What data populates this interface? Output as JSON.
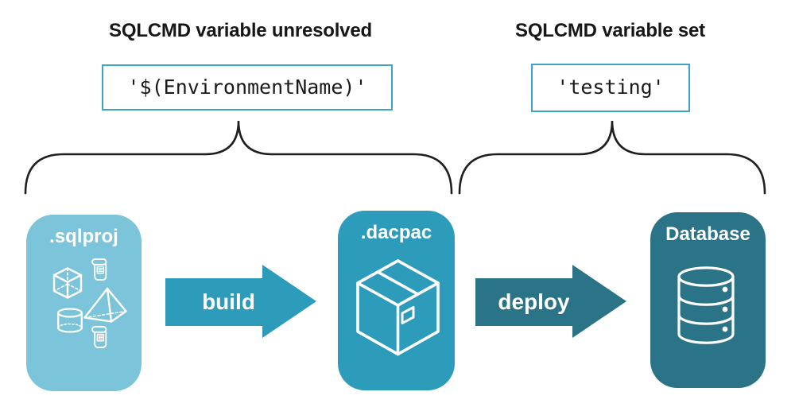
{
  "annotations": {
    "unresolved": {
      "heading": "SQLCMD variable unresolved",
      "value": "'$(EnvironmentName)'"
    },
    "set": {
      "heading": "SQLCMD variable set",
      "value": "'testing'"
    }
  },
  "pipeline": {
    "stages": {
      "sqlproj": {
        "label": ".sqlproj",
        "icon": "sql-objects-icons"
      },
      "dacpac": {
        "label": ".dacpac",
        "icon": "package-icon"
      },
      "database": {
        "label": "Database",
        "icon": "database-icon"
      }
    },
    "arrows": {
      "build": {
        "label": "build"
      },
      "deploy": {
        "label": "deploy"
      }
    }
  },
  "colors": {
    "stage_sqlproj": "#7cc4d9",
    "stage_dacpac": "#2d9cba",
    "stage_database": "#2b7386",
    "arrow_build": "#2d9cba",
    "arrow_deploy": "#2b7386",
    "code_box_border": "#3ea4c3",
    "heading_text": "#171717",
    "brace_stroke": "#1f1f1f",
    "icon_stroke": "#ffffff",
    "background": "#ffffff"
  }
}
